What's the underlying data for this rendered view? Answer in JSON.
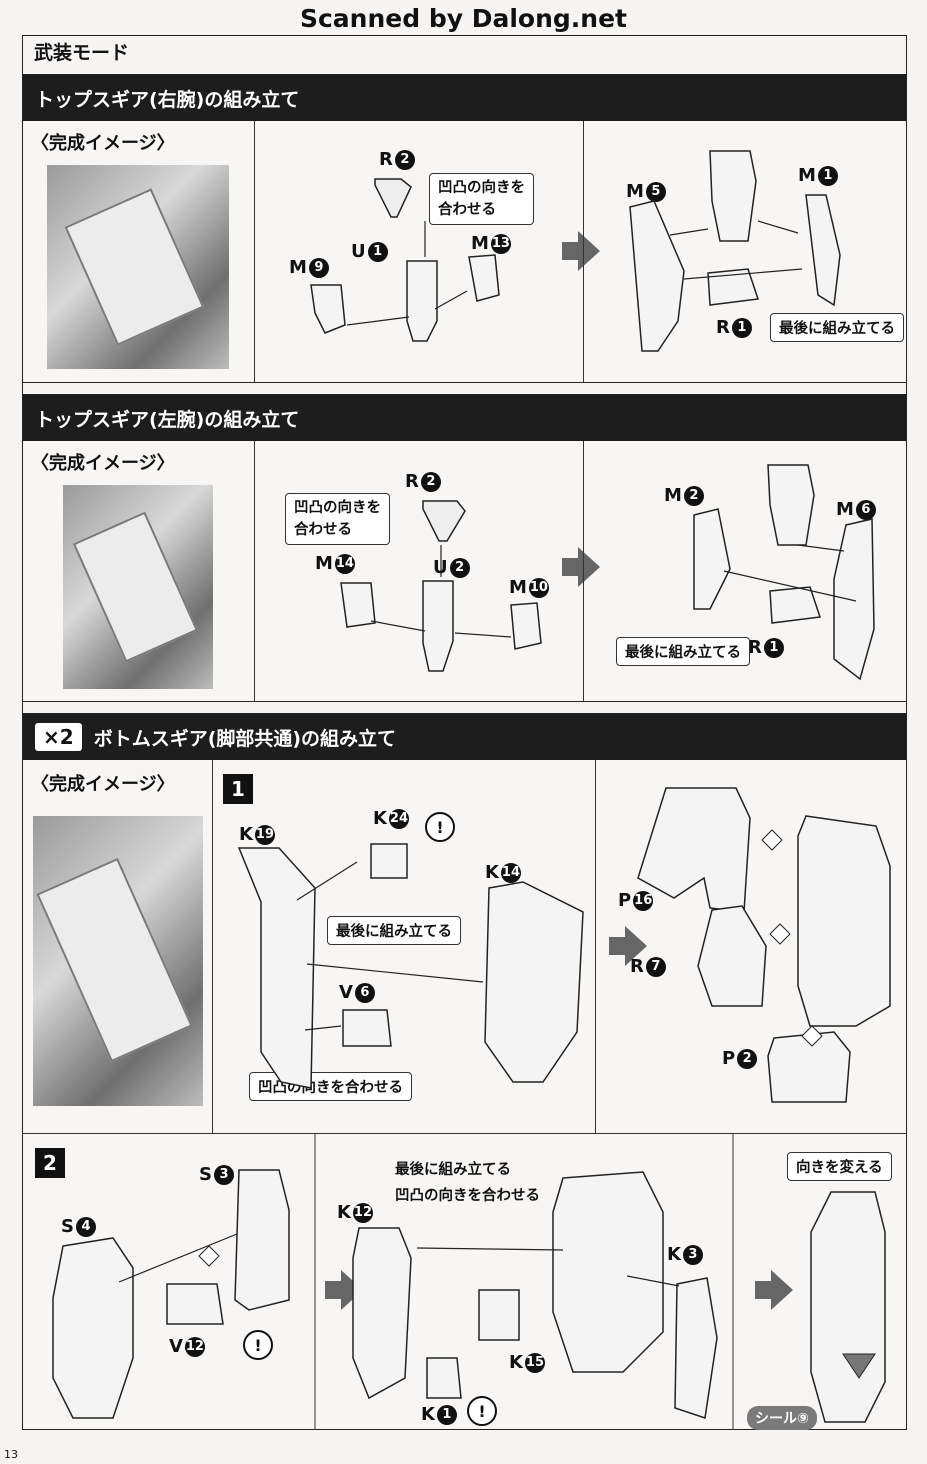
{
  "watermark": "Scanned by Dalong.net",
  "mode_title": "武装モード",
  "page_number": "13",
  "sections": [
    {
      "title": "トップスギア(右腕)の組み立て",
      "image_label": "〈完成イメージ〉",
      "callouts": [
        "凹凸の向きを\n合わせる",
        "最後に組み立てる"
      ],
      "parts": [
        {
          "letter": "R",
          "num": "2"
        },
        {
          "letter": "U",
          "num": "1"
        },
        {
          "letter": "M",
          "num": "9"
        },
        {
          "letter": "M",
          "num": "13"
        },
        {
          "letter": "M",
          "num": "5"
        },
        {
          "letter": "M",
          "num": "1"
        },
        {
          "letter": "R",
          "num": "1"
        }
      ]
    },
    {
      "title": "トップスギア(左腕)の組み立て",
      "image_label": "〈完成イメージ〉",
      "callouts": [
        "凹凸の向きを\n合わせる",
        "最後に組み立てる"
      ],
      "parts": [
        {
          "letter": "R",
          "num": "2"
        },
        {
          "letter": "M",
          "num": "14"
        },
        {
          "letter": "U",
          "num": "2"
        },
        {
          "letter": "M",
          "num": "10"
        },
        {
          "letter": "M",
          "num": "2"
        },
        {
          "letter": "M",
          "num": "6"
        },
        {
          "letter": "R",
          "num": "1"
        }
      ]
    },
    {
      "badge": "×2",
      "title": "ボトムスギア(脚部共通)の組み立て",
      "image_label": "〈完成イメージ〉",
      "step1": {
        "badge": "1",
        "callouts": [
          "最後に組み立てる",
          "凹凸の向きを合わせる"
        ],
        "parts": [
          {
            "letter": "K",
            "num": "24"
          },
          {
            "letter": "K",
            "num": "19"
          },
          {
            "letter": "K",
            "num": "14"
          },
          {
            "letter": "V",
            "num": "6"
          },
          {
            "letter": "P",
            "num": "16"
          },
          {
            "letter": "R",
            "num": "7"
          },
          {
            "letter": "P",
            "num": "2"
          }
        ]
      },
      "step2": {
        "badge": "2",
        "callouts": [
          "最後に組み立てる\n凹凸の向きを合わせる",
          "向きを変える"
        ],
        "parts": [
          {
            "letter": "S",
            "num": "3"
          },
          {
            "letter": "S",
            "num": "4"
          },
          {
            "letter": "V",
            "num": "12"
          },
          {
            "letter": "K",
            "num": "12"
          },
          {
            "letter": "K",
            "num": "3"
          },
          {
            "letter": "K",
            "num": "15"
          },
          {
            "letter": "K",
            "num": "1"
          }
        ],
        "sticker": "シール⑨"
      }
    }
  ]
}
